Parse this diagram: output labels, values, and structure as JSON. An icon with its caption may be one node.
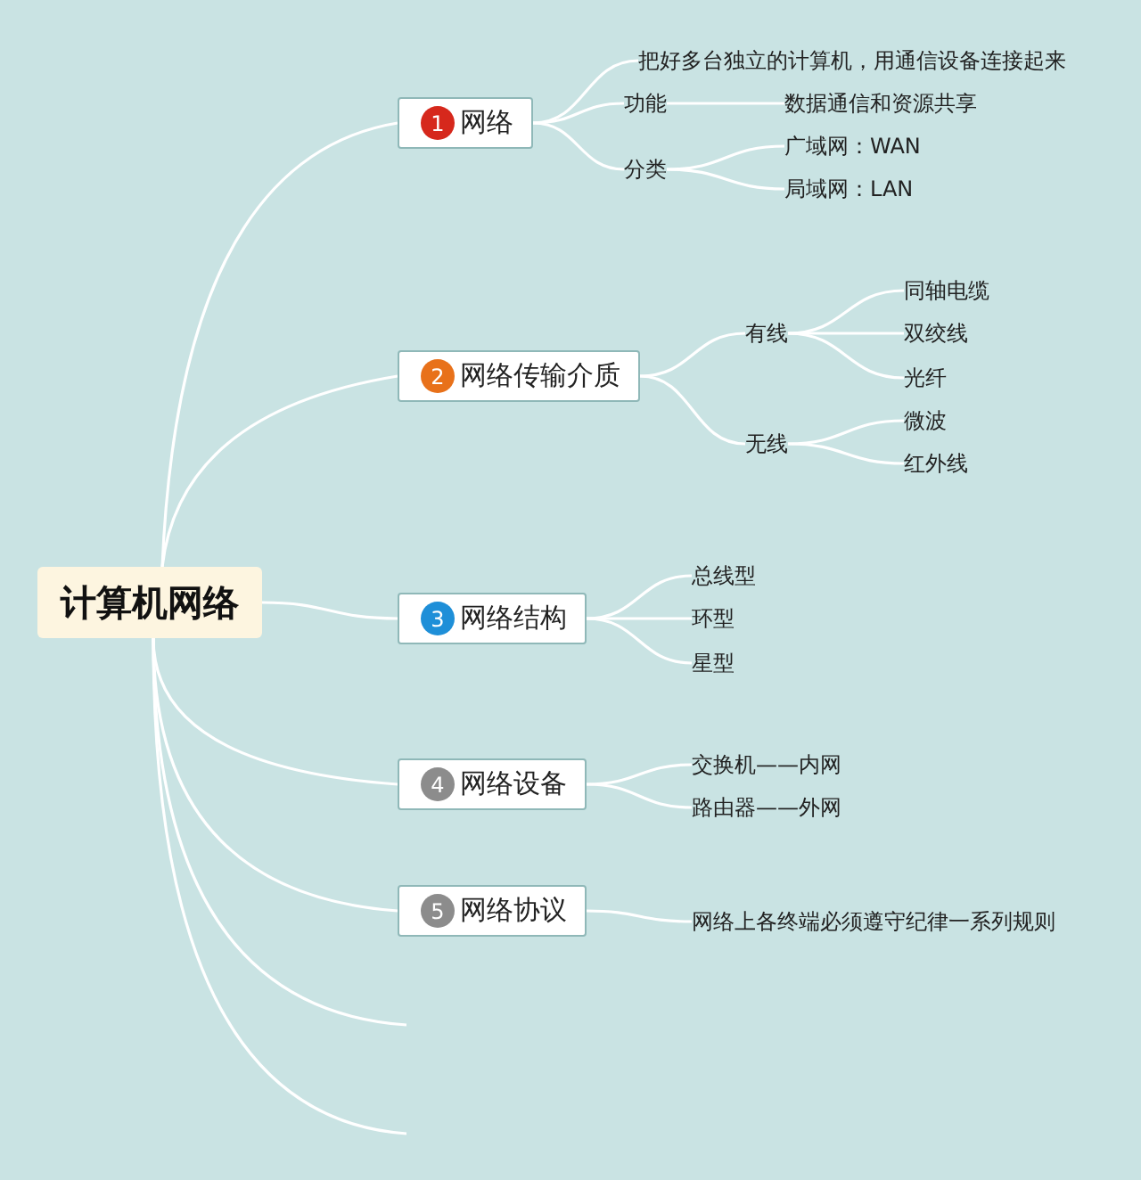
{
  "diagram": {
    "nodes": [
      {
        "text": [
          "计算机网络"
        ]
      },
      {
        "text": [
          "网络"
        ]
      },
      {
        "text": [
          "1"
        ],
        "in": 1
      },
      {
        "text": [
          "把好多台独立的计算机，用通信设备连接起来"
        ]
      },
      {
        "text": [
          "功能"
        ]
      },
      {
        "text": [
          "数据通信和资源共享"
        ]
      },
      {
        "text": [
          "分类"
        ]
      },
      {
        "text": [
          "广域网：WAN"
        ]
      },
      {
        "text": [
          "局域网：LAN"
        ]
      },
      {
        "text": [
          "网络传输介质"
        ]
      },
      {
        "text": [
          "2"
        ],
        "in": 9
      },
      {
        "text": [
          "有线"
        ]
      },
      {
        "text": [
          "同轴电缆"
        ]
      },
      {
        "text": [
          "双绞线"
        ]
      },
      {
        "text": [
          "光纤"
        ]
      },
      {
        "text": [
          "无线"
        ]
      },
      {
        "text": [
          "微波"
        ]
      },
      {
        "text": [
          "红外线"
        ]
      },
      {
        "text": [
          "网络结构"
        ]
      },
      {
        "text": [
          "3"
        ],
        "in": 18
      },
      {
        "text": [
          "总线型"
        ]
      },
      {
        "text": [
          "环型"
        ]
      },
      {
        "text": [
          "星型"
        ]
      },
      {
        "text": [
          "网络设备"
        ]
      },
      {
        "text": [
          "4"
        ],
        "in": 23
      },
      {
        "text": [
          "交换机——内网"
        ]
      },
      {
        "text": [
          "路由器——外网"
        ]
      },
      {
        "text": [
          "网络协议"
        ]
      },
      {
        "text": [
          "5"
        ],
        "in": 27
      },
      {
        "text": [
          "网络上各终端必须遵守纪律一系列规则"
        ]
      }
    ],
    "edges": [
      {
        "from": 0,
        "to": 1,
        "arrow": "none"
      },
      {
        "from": 0,
        "to": 9,
        "arrow": "none"
      },
      {
        "from": 0,
        "to": 18,
        "arrow": "none"
      },
      {
        "from": 0,
        "to": 23,
        "arrow": "none"
      },
      {
        "from": 0,
        "to": 27,
        "arrow": "none"
      },
      {
        "from": 0,
        "to": null,
        "arrow": "none"
      },
      {
        "from": 0,
        "to": null,
        "arrow": "none"
      },
      {
        "from": 1,
        "to": 3,
        "arrow": "none"
      },
      {
        "from": 1,
        "to": 4,
        "arrow": "none"
      },
      {
        "from": 4,
        "to": 5,
        "arrow": "none"
      },
      {
        "from": 1,
        "to": 6,
        "arrow": "none"
      },
      {
        "from": 6,
        "to": 7,
        "arrow": "none"
      },
      {
        "from": 6,
        "to": 8,
        "arrow": "none"
      },
      {
        "from": 9,
        "to": 11,
        "arrow": "none"
      },
      {
        "from": 11,
        "to": 12,
        "arrow": "none"
      },
      {
        "from": 11,
        "to": 13,
        "arrow": "none"
      },
      {
        "from": 11,
        "to": 14,
        "arrow": "none"
      },
      {
        "from": 9,
        "to": 15,
        "arrow": "none"
      },
      {
        "from": 15,
        "to": 16,
        "arrow": "none"
      },
      {
        "from": 15,
        "to": 17,
        "arrow": "none"
      },
      {
        "from": 18,
        "to": 20,
        "arrow": "none"
      },
      {
        "from": 18,
        "to": 21,
        "arrow": "none"
      },
      {
        "from": 18,
        "to": 22,
        "arrow": "none"
      },
      {
        "from": 23,
        "to": 25,
        "arrow": "none"
      },
      {
        "from": 23,
        "to": 26,
        "arrow": "none"
      },
      {
        "from": 27,
        "to": 29,
        "arrow": "none"
      }
    ]
  }
}
